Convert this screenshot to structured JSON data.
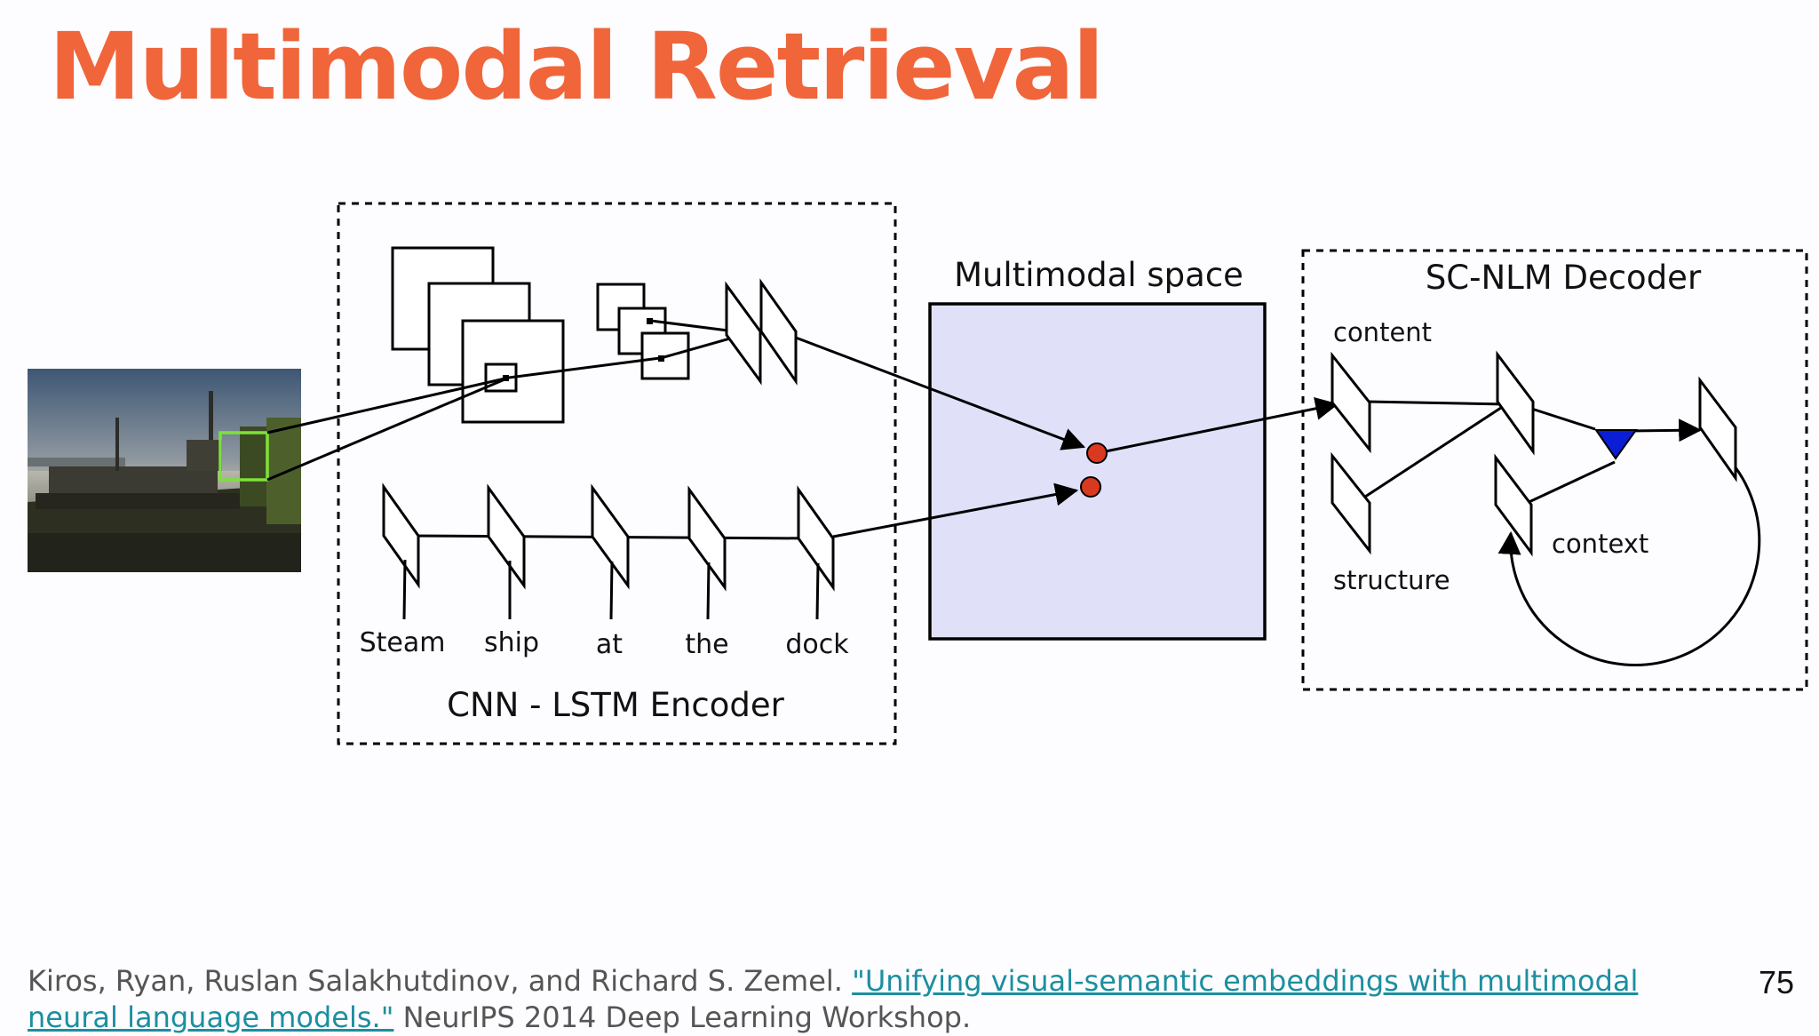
{
  "slide": {
    "title": "Multimodal Retrieval",
    "page_number": "75"
  },
  "diagram": {
    "encoder_label": "CNN - LSTM Encoder",
    "space_label": "Multimodal space",
    "decoder_label": "SC-NLM Decoder",
    "words": [
      "Steam",
      "ship",
      "at",
      "the",
      "dock"
    ],
    "decoder_terms": {
      "content": "content",
      "structure": "structure",
      "context": "context"
    },
    "colors": {
      "space_fill": "#e0e1f8",
      "embed_point": "#d9391f",
      "gate_triangle": "#0b1ed6",
      "crop_box": "#7ee13a"
    }
  },
  "citation": {
    "authors": "Kiros, Ryan, Ruslan Salakhutdinov, and Richard S. Zemel.",
    "paper_title": "\"Unifying visual-semantic embeddings with multimodal neural language models.\"",
    "venue": "NeurIPS 2014 Deep Learning Workshop."
  }
}
